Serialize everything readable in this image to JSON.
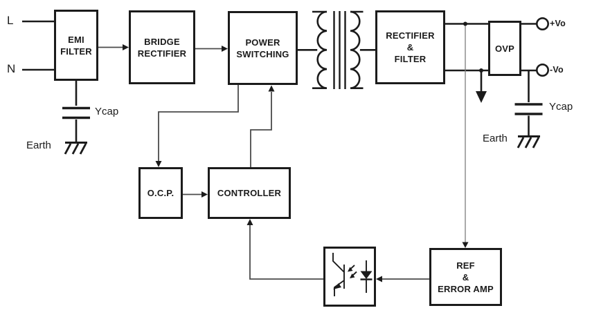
{
  "colors": {
    "ink": "#1b1b1b",
    "conn": "#4a4a4a",
    "thin": "#7d7d7d",
    "bg": "#ffffff"
  },
  "blocks": {
    "emi_filter": {
      "lines": [
        "EMI",
        "FILTER"
      ]
    },
    "bridge_rectifier": {
      "lines": [
        "BRIDGE",
        "RECTIFIER"
      ]
    },
    "power_switching": {
      "lines": [
        "POWER",
        "SWITCHING"
      ]
    },
    "rectifier_filter": {
      "lines": [
        "RECTIFIER",
        "&",
        "FILTER"
      ]
    },
    "ovp": {
      "lines": [
        "OVP"
      ]
    },
    "ocp": {
      "lines": [
        "O.C.P."
      ]
    },
    "controller": {
      "lines": [
        "CONTROLLER"
      ]
    },
    "ref_error_amp": {
      "lines": [
        "REF",
        "&",
        "ERROR AMP"
      ]
    }
  },
  "labels": {
    "line_input": "L",
    "neutral_input": "N",
    "earth_left": "Earth",
    "ycap_left": "Ycap",
    "earth_right": "Earth",
    "ycap_right": "Ycap",
    "vo_plus": "+Vo",
    "vo_minus": "-Vo"
  },
  "icons": {
    "transformer": "coil-symbol",
    "ycap_capacitor": "capacitor-plates",
    "earth_ground": "hatched-ground",
    "optocoupler": "led-phototransistor",
    "output_terminal": "open-circle",
    "arrowhead": "filled-triangle"
  }
}
